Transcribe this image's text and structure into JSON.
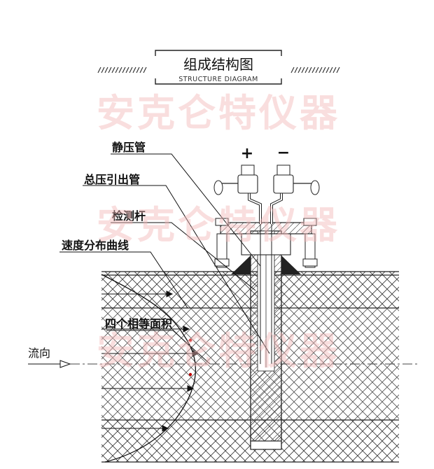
{
  "header": {
    "title": "组成结构图",
    "subtitle": "STRUCTURE DIAGRAM"
  },
  "watermark": "安克仑特仪器",
  "diagram": {
    "polarity_plus": "+",
    "polarity_minus": "−",
    "labels": {
      "static_pressure_tube": "静压管",
      "total_pressure_outlet": "总压引出管",
      "probe_rod": "检测杆",
      "velocity_curve": "速度分布曲线",
      "four_equal_areas": "四个相等面积",
      "flow_direction": "流向"
    }
  },
  "colors": {
    "line": "#1a1a1a",
    "accent_red": "#c00000",
    "watermark": "#f2b8b8"
  }
}
